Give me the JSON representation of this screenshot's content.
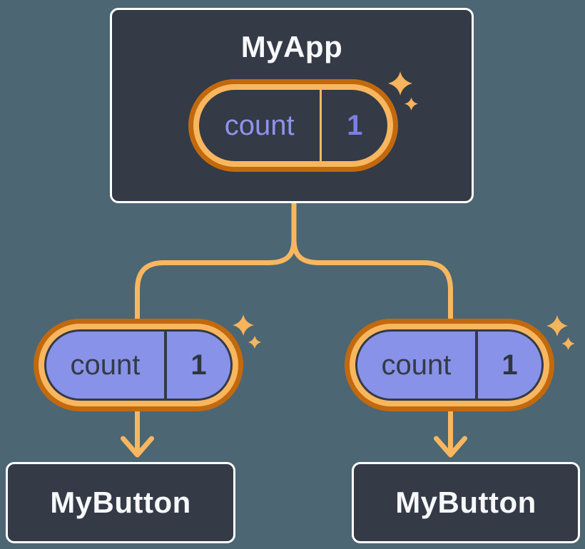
{
  "diagram": {
    "root": {
      "title": "MyApp",
      "state": {
        "label": "count",
        "value": "1"
      }
    },
    "children": [
      {
        "title": "MyButton",
        "prop": {
          "label": "count",
          "value": "1"
        }
      },
      {
        "title": "MyButton",
        "prop": {
          "label": "count",
          "value": "1"
        }
      }
    ]
  },
  "colors": {
    "background": "#4C6673",
    "node_fill": "#343A46",
    "node_border": "#FFFFFF",
    "node_text": "#F7F8FA",
    "ring_outer": "#C2690E",
    "ring_inner": "#F8B75F",
    "connector": "#F8B75F",
    "sparkle": "#F6B45C",
    "pill_purple_fill": "#8892E8",
    "pill_dark_text": "#343A46",
    "state_label": "#8C94EC",
    "state_value": "#7A7FE8"
  }
}
